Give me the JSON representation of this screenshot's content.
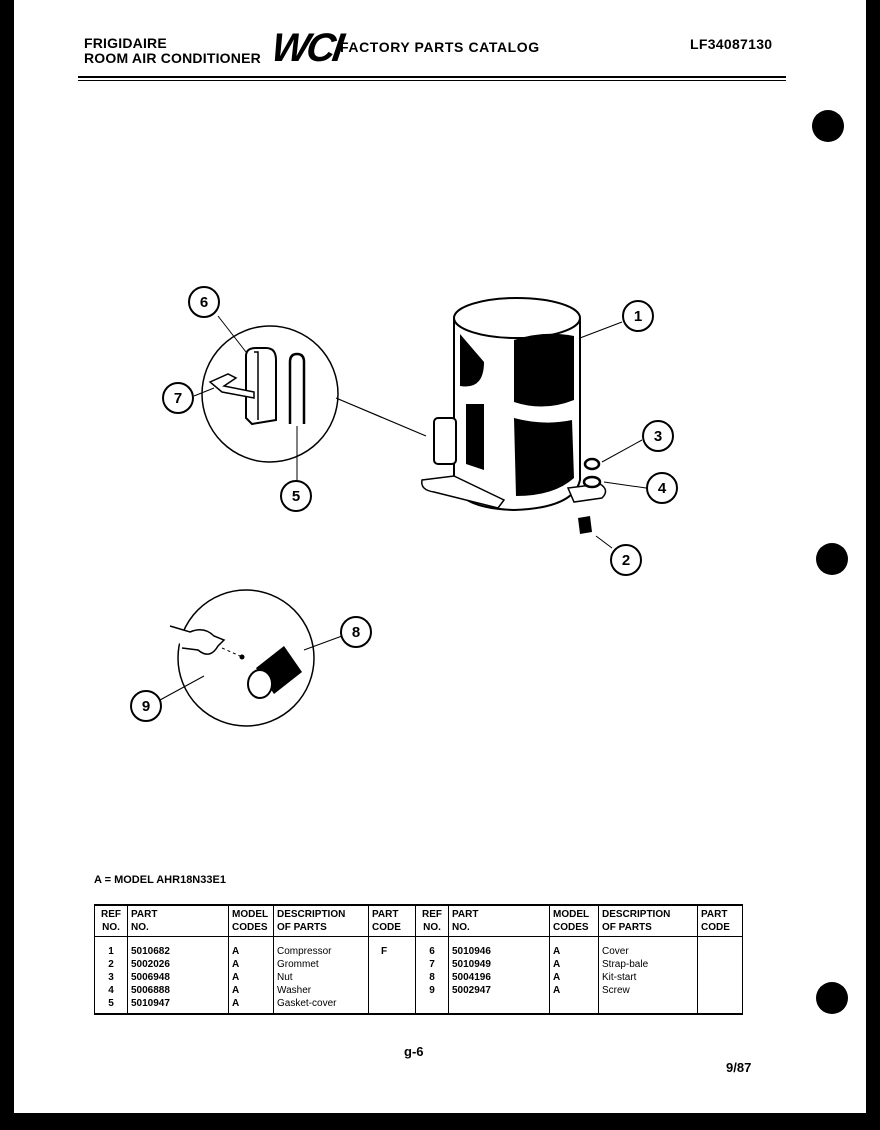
{
  "header": {
    "brand_line1": "FRIGIDAIRE",
    "brand_line2": "ROOM AIR CONDITIONER",
    "logo": "WCI",
    "catalog_title": "FACTORY PARTS CATALOG",
    "document_number": "LF34087130"
  },
  "diagram": {
    "callouts": [
      "1",
      "2",
      "3",
      "4",
      "5",
      "6",
      "7",
      "8",
      "9"
    ]
  },
  "model_line": "A = MODEL AHR18N33E1",
  "table": {
    "headers": {
      "ref": [
        "REF",
        "NO."
      ],
      "part": [
        "PART",
        "NO."
      ],
      "model": [
        "MODEL",
        "CODES"
      ],
      "desc": [
        "DESCRIPTION",
        "OF PARTS"
      ],
      "code": [
        "PART",
        "CODE"
      ]
    },
    "left": {
      "refs": [
        "1",
        "2",
        "3",
        "4",
        "5"
      ],
      "parts": [
        "5010682",
        "5002026",
        "5006948",
        "5006888",
        "5010947"
      ],
      "models": [
        "A",
        "A",
        "A",
        "A",
        "A"
      ],
      "descs": [
        "Compressor",
        "Grommet",
        "Nut",
        "Washer",
        "Gasket-cover"
      ],
      "codes": [
        "F"
      ]
    },
    "right": {
      "refs": [
        "6",
        "7",
        "8",
        "9"
      ],
      "parts": [
        "5010946",
        "5010949",
        "5004196",
        "5002947"
      ],
      "models": [
        "A",
        "A",
        "A",
        "A"
      ],
      "descs": [
        "Cover",
        "Strap-bale",
        "Kit-start",
        "Screw"
      ],
      "codes": []
    }
  },
  "footer": {
    "page": "g-6",
    "date": "9/87"
  }
}
